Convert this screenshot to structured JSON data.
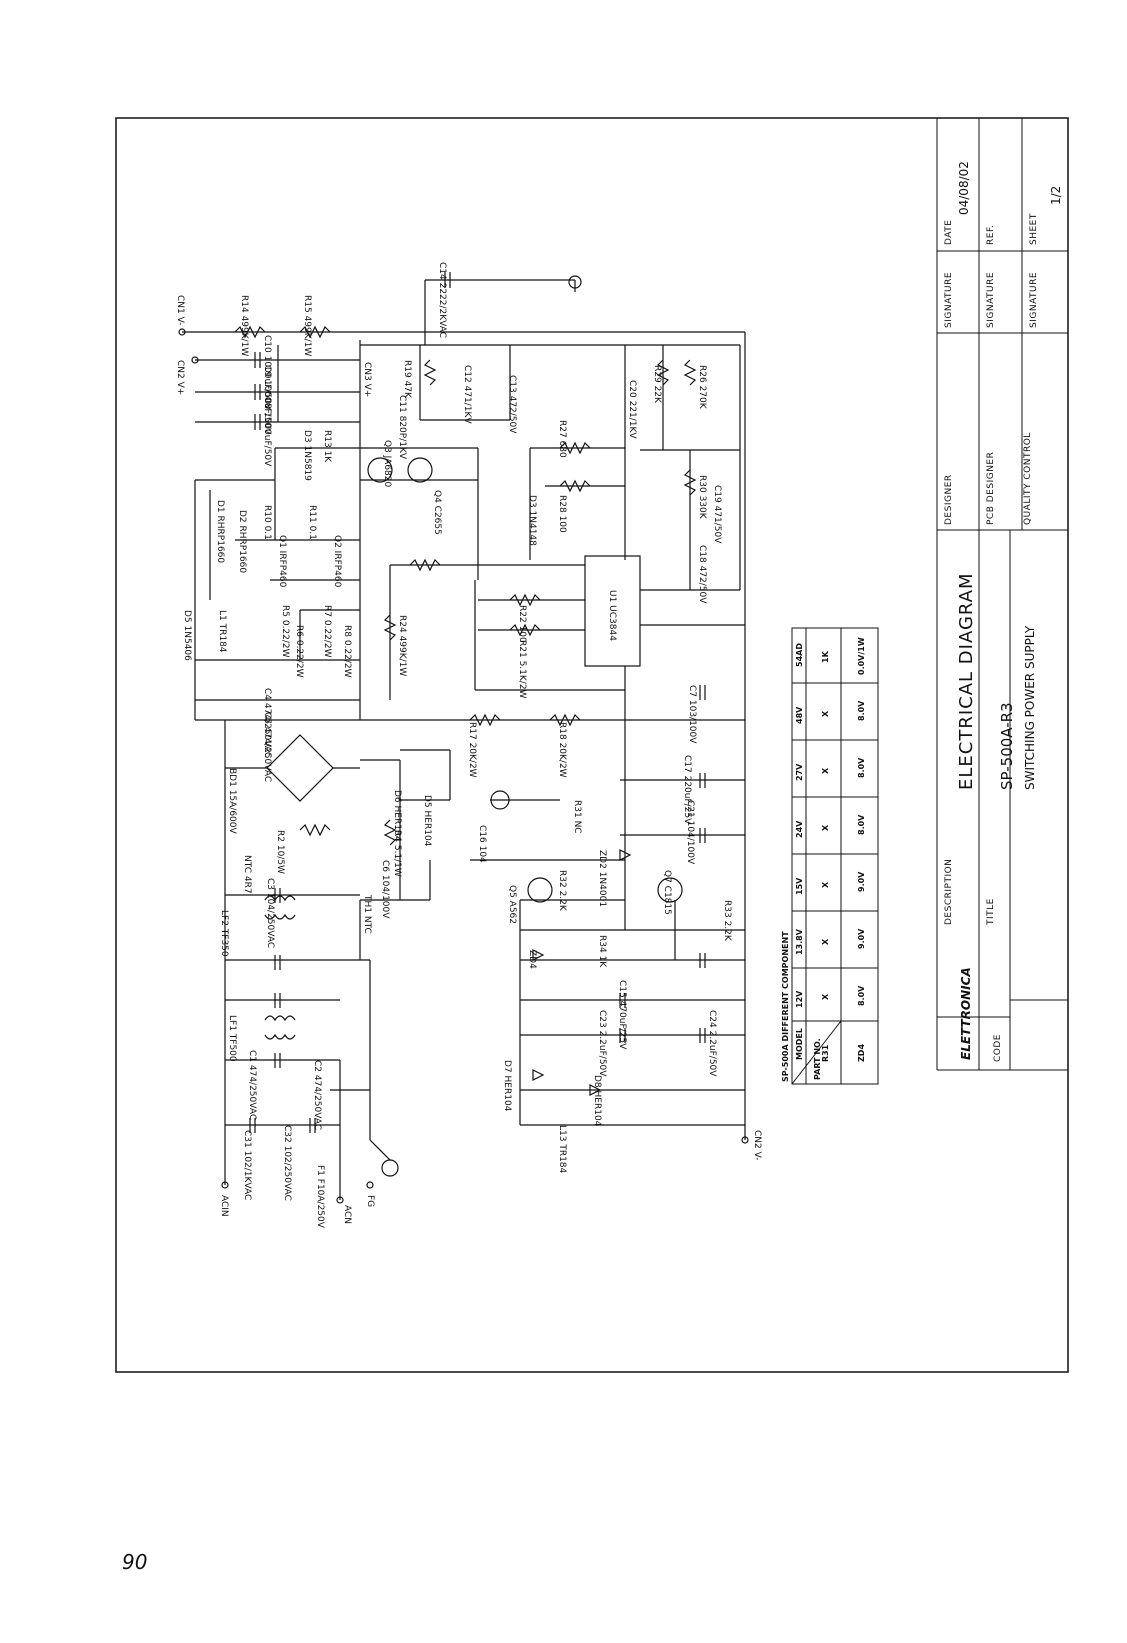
{
  "page_number": "90",
  "title_block": {
    "description_label": "DESCRIPTION",
    "title_label": "TITLE",
    "code_label": "CODE",
    "designer_label": "DESIGNER",
    "pcb_designer_label": "PCB DESIGNER",
    "quality_control_label": "QUALITY CONTROL",
    "signature_label": "SIGNATURE",
    "date_label": "DATE",
    "date_value": "04/08/02",
    "ref_label": "REF.",
    "sheet_label": "SHEET",
    "sheet_value": "1/2",
    "title_main": "ELECTRICAL DIAGRAM",
    "title_model": "SP-500A-R3",
    "title_sub": "SWITCHING POWER SUPPLY",
    "logo_text": "ELETTRONICA"
  },
  "component_table": {
    "header": "SP-500A DIFFERENT COMPONENT",
    "model_label": "MODEL",
    "part_no_label": "PART NO.",
    "columns": [
      "12V",
      "13.8V",
      "15V",
      "24V",
      "27V",
      "48V",
      "54AD"
    ],
    "rows": [
      {
        "part": "R31",
        "values": [
          "X",
          "X",
          "X",
          "X",
          "X",
          "X",
          "1K"
        ]
      },
      {
        "part": "ZD4",
        "values": [
          "8.0V",
          "9.0V",
          "9.0V",
          "8.0V",
          "8.0V",
          "8.0V",
          "0.0V/1W"
        ]
      }
    ]
  },
  "schematic": {
    "connectors": [
      "CN1 V-",
      "CN2 V+",
      "CN3 V+",
      "CN2 V-",
      "ACIN",
      "ACN",
      "FG"
    ],
    "labels": [
      "C14 2222/2KVAC",
      "R14 499K/1W",
      "R15 499K/1W",
      "C10 1000uF/50V",
      "C9 1000uF/50V",
      "C8 1000uF/50V",
      "D3 1N5819",
      "R13 1K",
      "Q3 JA6820",
      "Q4 C2655",
      "R27 680",
      "R28 100",
      "D3 1N4148",
      "C11 820P/1KV",
      "C12 471/1KV",
      "C13 472/50V",
      "R19 47K",
      "C20 221/1KV",
      "R29 22K",
      "R26 270K",
      "R30 330K",
      "C19 471/50V",
      "C18 472/50V",
      "U1 UC3844",
      "R24 499K/1W",
      "R22 100",
      "R21 5.1K/2W",
      "D1 RHRP1660",
      "D2 RHRP1660",
      "R10 0.1",
      "R11 0.1",
      "Q1 IRFP460",
      "Q2 IRFP460",
      "D5 1N5406",
      "L1 TR184",
      "R5 0.22/2W",
      "R6 0.22/2W",
      "R7 0.22/2W",
      "R8 0.22/2W",
      "C4 474/250VAC",
      "C5 474/250VAC",
      "R17 20K/2W",
      "R18 20K/2W",
      "C17 220uF/25V",
      "BD1 15A/600V",
      "R2 10/5W",
      "NTC 4R7",
      "D6 HER104",
      "D5 HER104",
      "R4 5.1/1W",
      "C3 104/250VAC",
      "C6 104/100V",
      "R31 NC",
      "C16 104",
      "Q5 A562",
      "R32 2.2K",
      "ZD2 1N4001",
      "Q7 C1815",
      "R33 2.2K",
      "R34 1K",
      "ZD4",
      "C15 470uF/25V",
      "C23 2.2uF/50V",
      "C24 2.2uF/50V",
      "D7 HER104",
      "D8 HER104",
      "L13 TR184",
      "LF1 TF500",
      "LF2 TF350",
      "C1 474/250VAC",
      "C2 474/250VAC",
      "C31 102/1KVAC",
      "C32 102/250VAC",
      "F1 F10A/250V",
      "C7 103/100V",
      "C21 104/100V",
      "TH1 NTC"
    ]
  }
}
